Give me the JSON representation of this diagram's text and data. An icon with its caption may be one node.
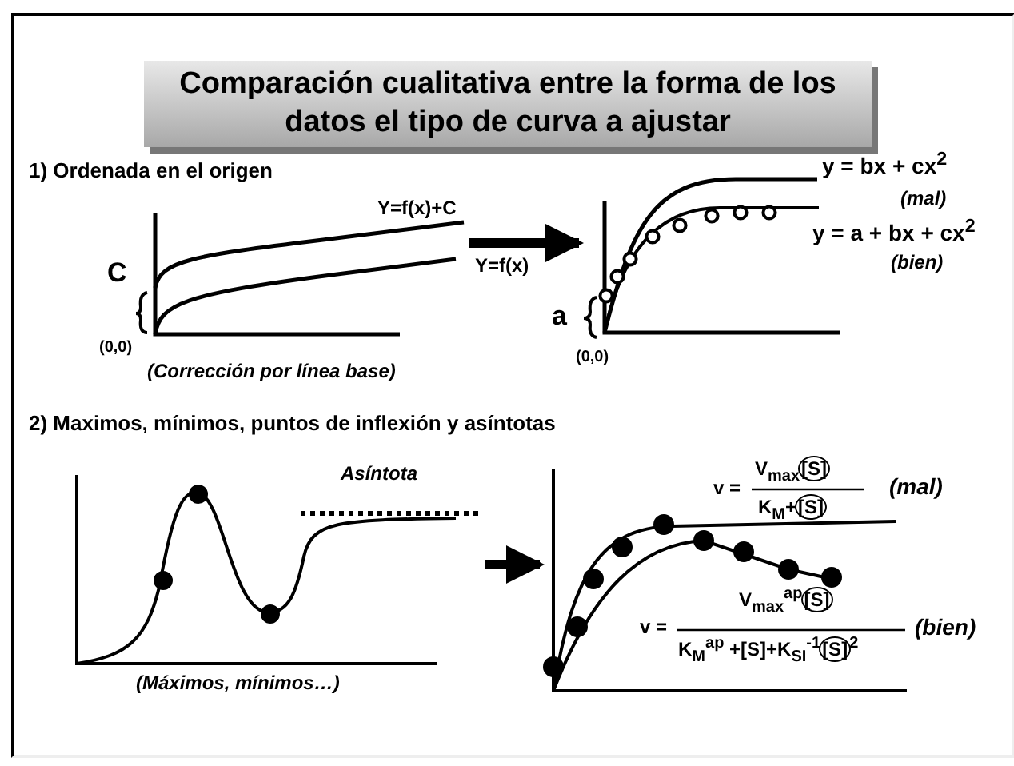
{
  "diagram": {
    "nodes": [
      {
        "text": [
          "Comparación cualitativa entre la forma de los datos el tipo de curva a ajustar"
        ]
      },
      {
        "text": [],
        "shape": "chart",
        "beside": [
          "C",
          "Y=f(x)+C",
          "Y=f(x)",
          "(0,0)",
          "(Corrección por línea base)"
        ]
      },
      {
        "text": [],
        "shape": "chart",
        "beside": [
          "y = bx + cx$^{2}$",
          "(mal)",
          "y = a + bx + cx$^{2}$",
          "(bien)",
          "a",
          "(0,0)"
        ]
      },
      {
        "text": [],
        "shape": "chart",
        "beside": [
          "Asíntota",
          "(Máximos, mínimos…)"
        ]
      },
      {
        "text": [],
        "shape": "chart"
      }
    ],
    "edges": [
      {
        "from": 1,
        "to": 2,
        "arrow": "to"
      },
      {
        "from": 3,
        "to": 4,
        "arrow": "to"
      }
    ],
    "labels": [
      "1) Ordenada en el origen",
      "2) Maximos, mínimos, puntos de inflexión y asíntotas",
      "v =",
      "V$_{max}$[S]",
      "K$_{M}$+[S]",
      "(mal)",
      "v =",
      "V$_{max}$$^{ap}$[S]",
      "K$_{M}$$^{ap}$ +[S]+K$_{SI}$$^{-1}$[S]$^{2}$",
      "(bien)"
    ]
  }
}
